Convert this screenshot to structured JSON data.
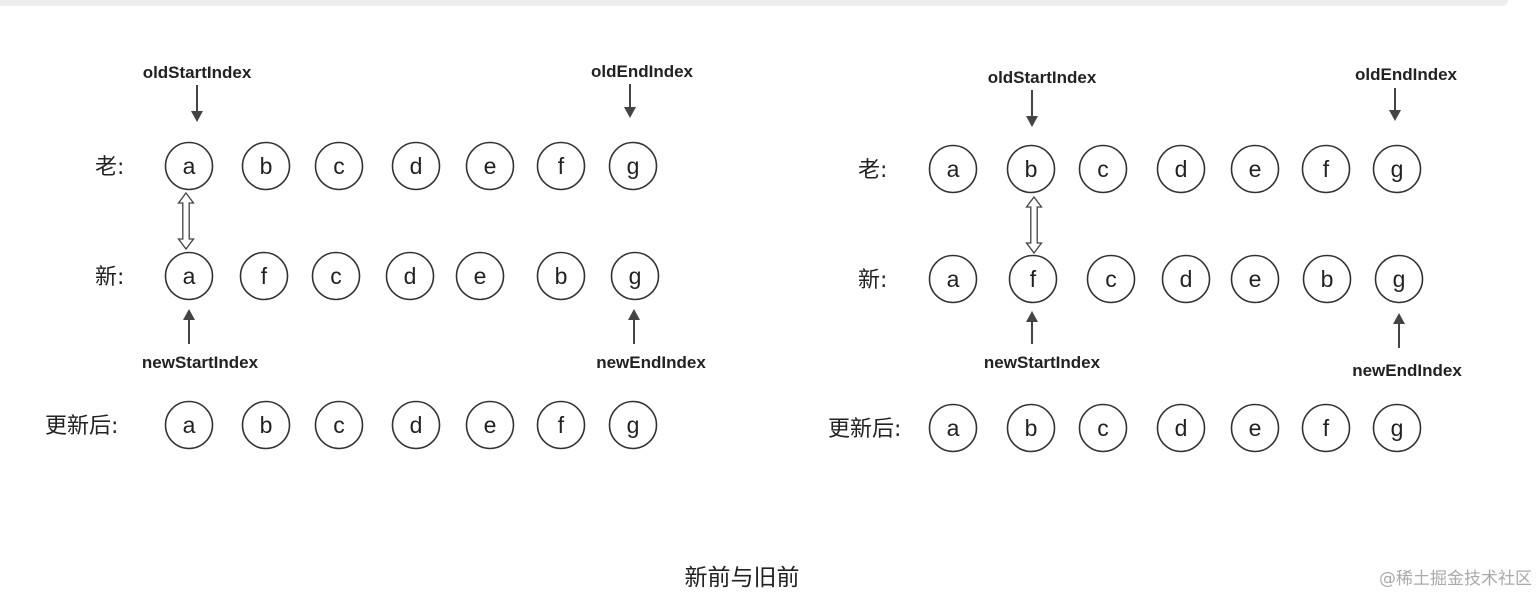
{
  "caption": "新前与旧前",
  "watermark": "@稀土掘金技术社区",
  "panels": [
    {
      "labels": {
        "old": "老:",
        "new": "新:",
        "result": "更新后:"
      },
      "old_row": [
        "a",
        "b",
        "c",
        "d",
        "e",
        "f",
        "g"
      ],
      "new_row": [
        "a",
        "f",
        "c",
        "d",
        "e",
        "b",
        "g"
      ],
      "result_row": [
        "a",
        "b",
        "c",
        "d",
        "e",
        "f",
        "g"
      ],
      "pointers": {
        "old_start": "oldStartIndex",
        "old_end": "oldEndIndex",
        "new_start": "newStartIndex",
        "new_end": "newEndIndex"
      },
      "compare_old_index": 0,
      "compare_new_index": 0
    },
    {
      "labels": {
        "old": "老:",
        "new": "新:",
        "result": "更新后:"
      },
      "old_row": [
        "a",
        "b",
        "c",
        "d",
        "e",
        "f",
        "g"
      ],
      "new_row": [
        "a",
        "f",
        "c",
        "d",
        "e",
        "b",
        "g"
      ],
      "result_row": [
        "a",
        "b",
        "c",
        "d",
        "e",
        "f",
        "g"
      ],
      "pointers": {
        "old_start": "oldStartIndex",
        "old_end": "oldEndIndex",
        "new_start": "newStartIndex",
        "new_end": "newEndIndex"
      },
      "compare_old_index": 1,
      "compare_new_index": 1
    }
  ]
}
